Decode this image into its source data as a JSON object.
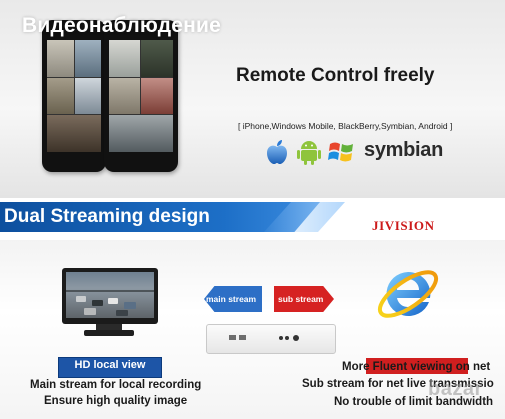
{
  "watermark_top": "Видеонаблюдение",
  "remote": {
    "title": "Remote Control freely",
    "platforms": "[ iPhone,Windows Mobile, BlackBerry,Symbian, Android ]",
    "icons": [
      "apple-icon",
      "android-icon",
      "windows-icon",
      "symbian-logo"
    ],
    "symbian_label": "symbian"
  },
  "dual": {
    "title": "Dual Streaming design",
    "brand": "JIVISION"
  },
  "local": {
    "label": "HD local view",
    "line1": "Main stream for local recording",
    "line2": "Ensure high quality image"
  },
  "streams": {
    "main": "main stream",
    "sub": "sub stream"
  },
  "net": {
    "line1": "More Fluent viewing on net",
    "line2": "Sub stream for net live transmissio",
    "line3": "No trouble of limit bandwidth"
  },
  "watermark_bottom": "bazar",
  "colors": {
    "banner_blue": "#1d6fc7",
    "main_stream_blue": "#2d6fc6",
    "sub_stream_red": "#d62222",
    "brand_red": "#cc1a1a"
  }
}
